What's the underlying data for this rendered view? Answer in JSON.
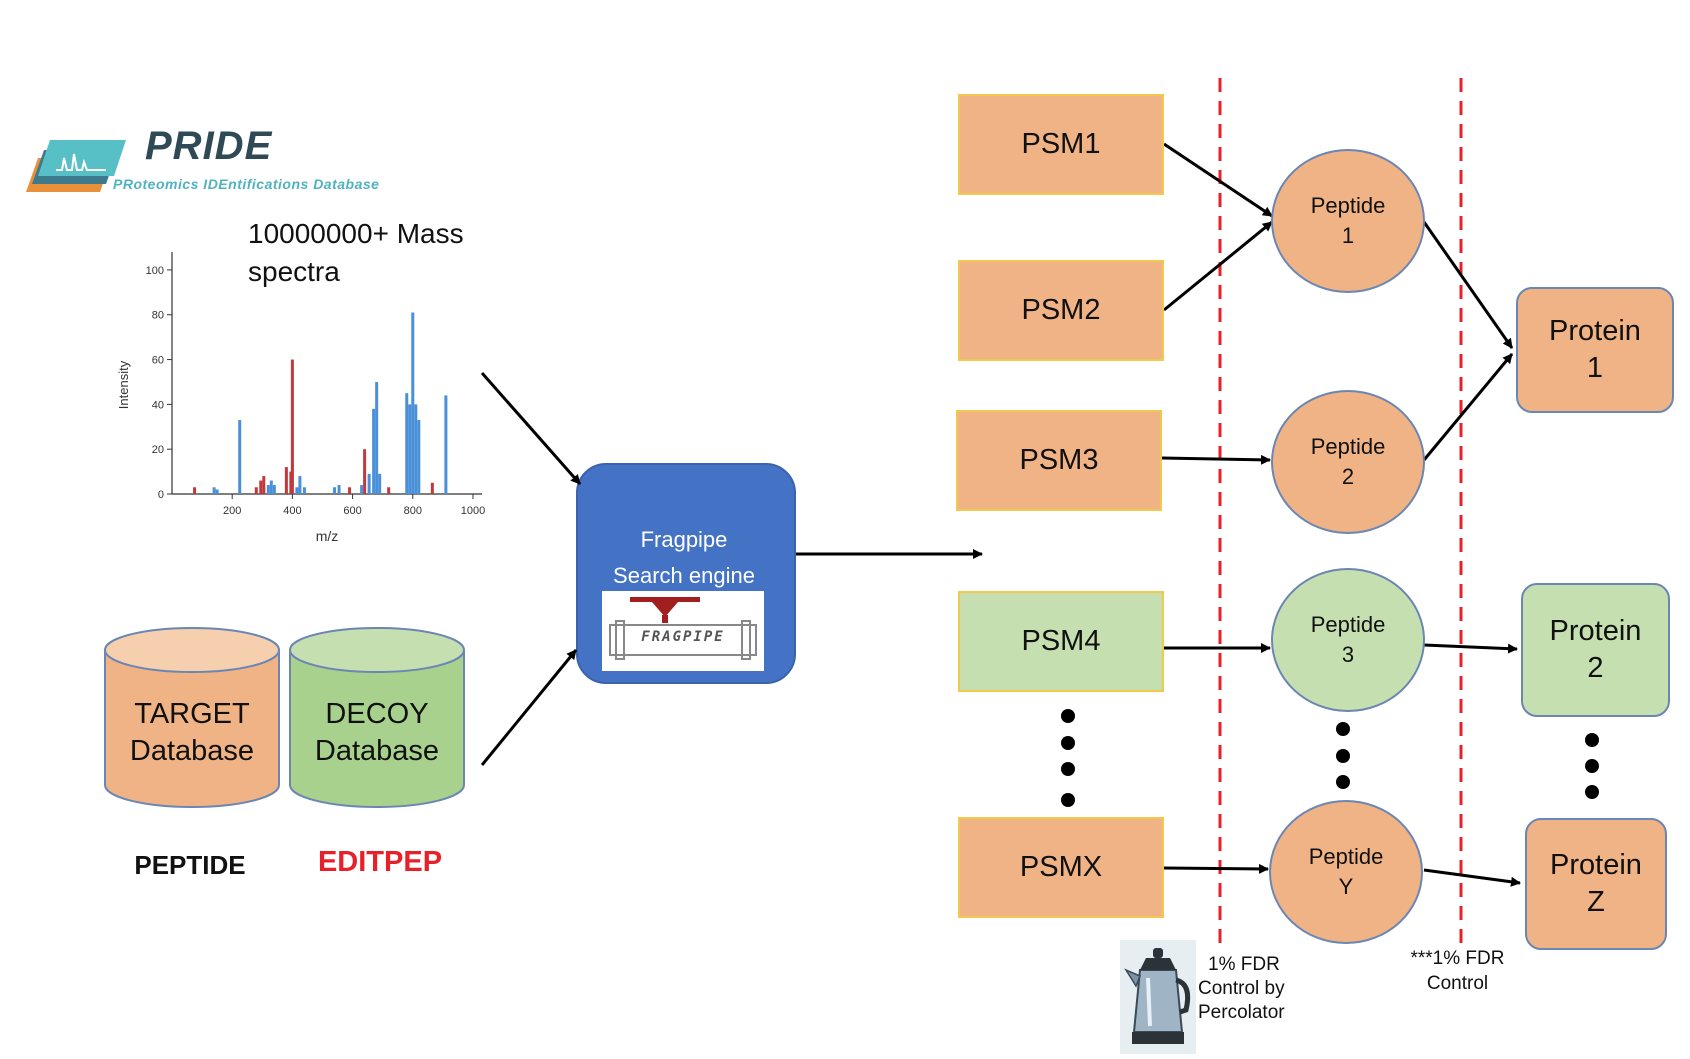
{
  "pride": {
    "title": "PRIDE",
    "subtitle": "PRoteomics IDEntifications Database"
  },
  "spectrum": {
    "label": "10000000+ Mass spectra",
    "xlabel": "m/z",
    "ylabel": "Intensity",
    "xticks": [
      "200",
      "400",
      "600",
      "800",
      "1000"
    ],
    "yticks": [
      "0",
      "20",
      "40",
      "60",
      "80",
      "100"
    ],
    "colors": {
      "red": "#c0393b",
      "blue": "#4a90d9"
    }
  },
  "databases": {
    "target_line1": "TARGET",
    "target_line2": "Database",
    "decoy_line1": "DECOY",
    "decoy_line2": "Database",
    "peptide": "PEPTIDE",
    "editpep": "EDITPEP"
  },
  "engine": {
    "line1": "Fragpipe",
    "line2": "Search engine",
    "logo_text": "FRAGPIPE"
  },
  "psms": [
    "PSM1",
    "PSM2",
    "PSM3",
    "PSM4",
    "PSMX"
  ],
  "peptides": [
    {
      "line1": "Peptide",
      "line2": "1"
    },
    {
      "line1": "Peptide",
      "line2": "2"
    },
    {
      "line1": "Peptide",
      "line2": "3"
    },
    {
      "line1": "Peptide",
      "line2": "Y"
    }
  ],
  "proteins": [
    {
      "line1": "Protein",
      "line2": "1"
    },
    {
      "line1": "Protein",
      "line2": "2"
    },
    {
      "line1": "Protein",
      "line2": "Z"
    }
  ],
  "fdr": {
    "percolator_line1": "1% FDR",
    "percolator_line2": "Control by",
    "percolator_line3": "Percolator",
    "control_line1": "***1% FDR",
    "control_line2": "Control"
  },
  "colors": {
    "orange": "#f0b386",
    "green": "#c6dfb0",
    "engine_blue": "#4472c4",
    "fdr_line": "#e8202a"
  }
}
